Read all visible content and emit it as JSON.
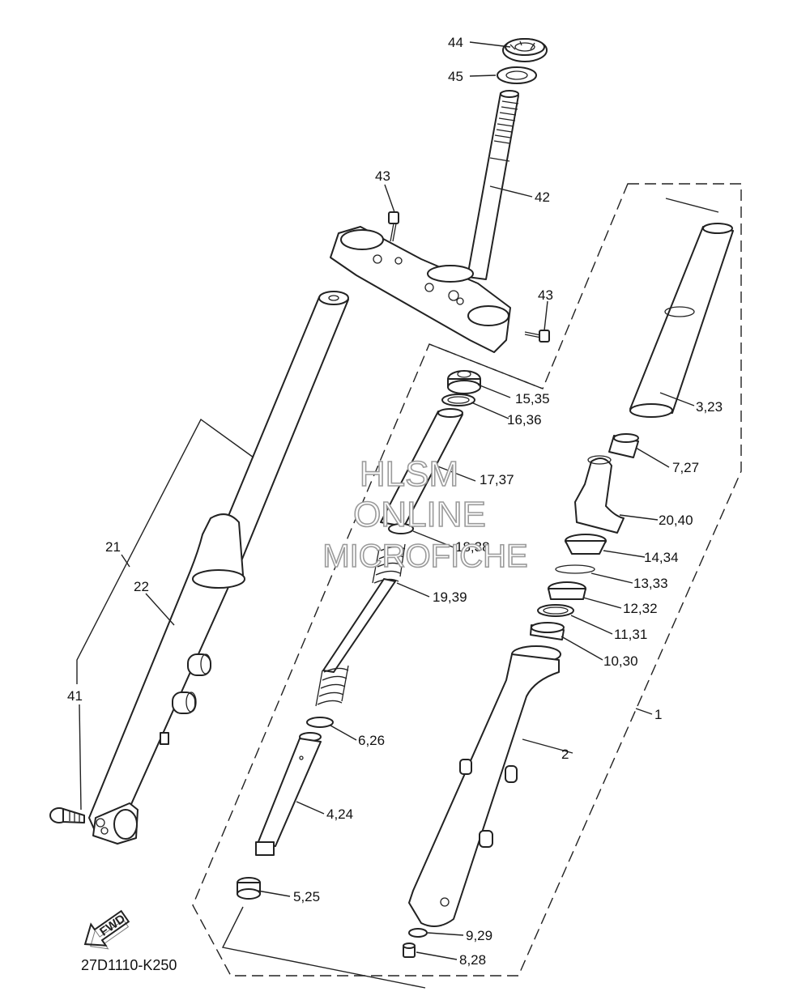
{
  "diagram": {
    "code": "27D1110-K250",
    "fwd_label": "FWD",
    "watermark": [
      "HLSM",
      "ONLINE",
      "MICROFICHE"
    ]
  },
  "callouts": [
    {
      "id": "44",
      "text": "44"
    },
    {
      "id": "45",
      "text": "45"
    },
    {
      "id": "42",
      "text": "42"
    },
    {
      "id": "43a",
      "text": "43"
    },
    {
      "id": "43b",
      "text": "43"
    },
    {
      "id": "15_35",
      "text": "15,35"
    },
    {
      "id": "16_36",
      "text": "16,36"
    },
    {
      "id": "17_37",
      "text": "17,37"
    },
    {
      "id": "18_38",
      "text": "18,38"
    },
    {
      "id": "19_39",
      "text": "19,39"
    },
    {
      "id": "3_23",
      "text": "3,23"
    },
    {
      "id": "7_27",
      "text": "7,27"
    },
    {
      "id": "20_40",
      "text": "20,40"
    },
    {
      "id": "14_34",
      "text": "14,34"
    },
    {
      "id": "13_33",
      "text": "13,33"
    },
    {
      "id": "12_32",
      "text": "12,32"
    },
    {
      "id": "11_31",
      "text": "11,31"
    },
    {
      "id": "10_30",
      "text": "10,30"
    },
    {
      "id": "1",
      "text": "1"
    },
    {
      "id": "2",
      "text": "2"
    },
    {
      "id": "21",
      "text": "21"
    },
    {
      "id": "22",
      "text": "22"
    },
    {
      "id": "41",
      "text": "41"
    },
    {
      "id": "6_26",
      "text": "6,26"
    },
    {
      "id": "4_24",
      "text": "4,24"
    },
    {
      "id": "5_25",
      "text": "5,25"
    },
    {
      "id": "9_29",
      "text": "9,29"
    },
    {
      "id": "8_28",
      "text": "8,28"
    }
  ]
}
